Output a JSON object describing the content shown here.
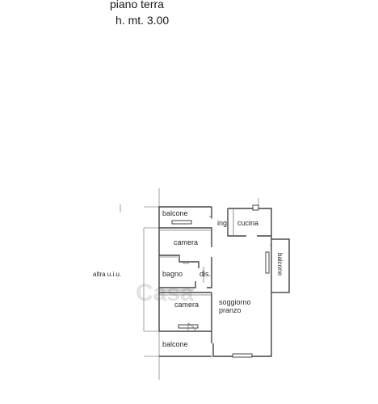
{
  "header": {
    "floor": "piano terra",
    "height": "h. mt. 3.00"
  },
  "rooms": {
    "balcone_top": "balcone",
    "ingresso": "ing.",
    "cucina": "cucina",
    "camera_1": "camera",
    "bagno": "bagno",
    "disimpegno": "dis.",
    "camera_2": "camera",
    "soggiorno": "soggiorno",
    "pranzo": "pranzo",
    "balcone_bottom": "balcone",
    "balcone_right": "balcone",
    "neighbor": "altra u.i.u."
  },
  "colors": {
    "wall": "#444444",
    "guide_lines": "#8a8a8a",
    "text": "#2a2a2a"
  }
}
